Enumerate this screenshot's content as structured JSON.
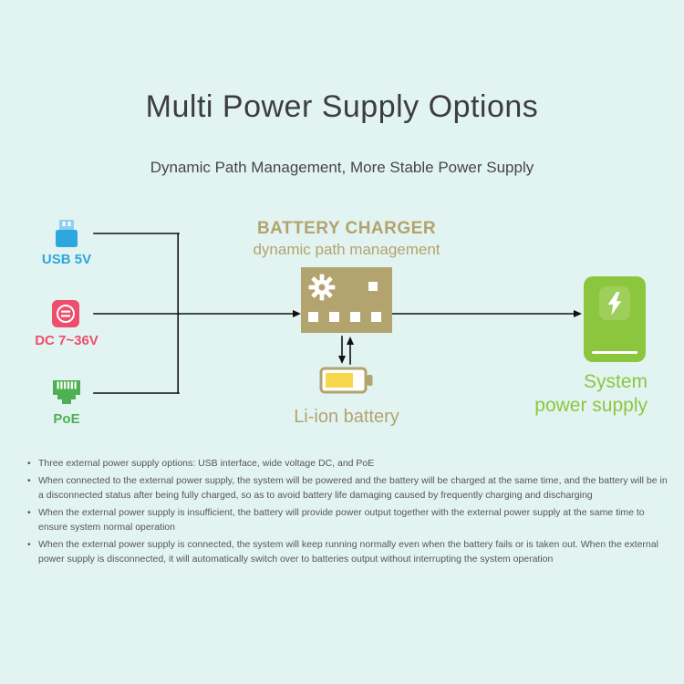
{
  "page": {
    "title": "Multi Power Supply Options",
    "subtitle": "Dynamic Path Management, More Stable Power Supply",
    "background_color": "#e2f4f1"
  },
  "diagram": {
    "inputs": [
      {
        "label": "USB 5V",
        "color": "#2ea7e0",
        "icon": "usb-plug-icon"
      },
      {
        "label": "DC 7~36V",
        "color": "#ee4d6b",
        "icon": "dc-jack-icon"
      },
      {
        "label": "PoE",
        "color": "#4db052",
        "icon": "ethernet-icon"
      }
    ],
    "charger": {
      "title": "BATTERY CHARGER",
      "subtitle": "dynamic path management",
      "color": "#b3a36e",
      "icon": "gear-icon"
    },
    "battery": {
      "label": "Li-ion battery",
      "color": "#b3a36e",
      "icon": "battery-icon"
    },
    "output": {
      "line1": "System",
      "line2": "power supply",
      "color": "#8cc63e",
      "icon": "lightning-icon"
    }
  },
  "notes": {
    "items": [
      "Three external power supply options: USB interface, wide voltage DC, and PoE",
      "When connected to the external power supply, the system will be powered and the battery will be charged at the same time, and the battery will be in a disconnected status after being fully charged, so as to avoid battery life damaging caused by frequently charging and discharging",
      "When the external power supply is insufficient, the battery will provide power output together with the external power supply at the same time to ensure system normal operation",
      "When the external power supply is connected, the system will keep running normally even when the battery fails or is taken out. When the external power supply is disconnected, it will automatically switch over to batteries output without interrupting the system operation"
    ]
  }
}
